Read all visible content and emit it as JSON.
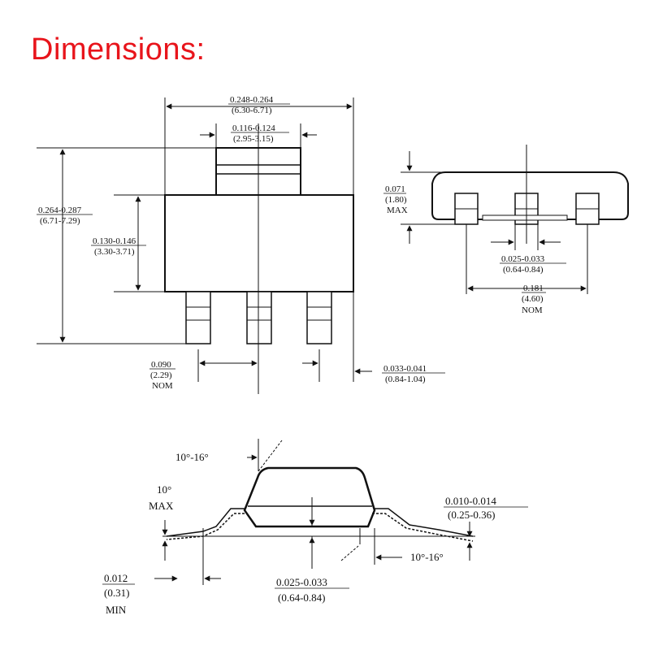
{
  "title": "Dimensions:",
  "top_view": {
    "overall_width": "0.248-0.264",
    "overall_width_mm": "(6.30-6.71)",
    "tab_width": "0.116-0.124",
    "tab_width_mm": "(2.95-3.15)",
    "overall_height": "0.264-0.287",
    "overall_height_mm": "(6.71-7.29)",
    "body_height": "0.130-0.146",
    "body_height_mm": "(3.30-3.71)",
    "pitch": "0.090",
    "pitch_mm": "(2.29)",
    "pitch_nom": "NOM",
    "lead_width": "0.033-0.041",
    "lead_width_mm": "(0.84-1.04)"
  },
  "side_view": {
    "height": "0.071",
    "height_mm": "(1.80)",
    "height_max": "MAX",
    "lead_w": "0.025-0.033",
    "lead_w_mm": "(0.64-0.84)",
    "span": "0.181",
    "span_mm": "(4.60)",
    "span_nom": "NOM"
  },
  "end_view": {
    "angle_top": "10°-16°",
    "angle_left": "10°",
    "angle_left_max": "MAX",
    "lead_thick": "0.010-0.014",
    "lead_thick_mm": "(0.25-0.36)",
    "angle_right": "10°-16°",
    "standoff": "0.012",
    "standoff_mm": "(0.31)",
    "standoff_min": "MIN",
    "foot": "0.025-0.033",
    "foot_mm": "(0.64-0.84)"
  }
}
